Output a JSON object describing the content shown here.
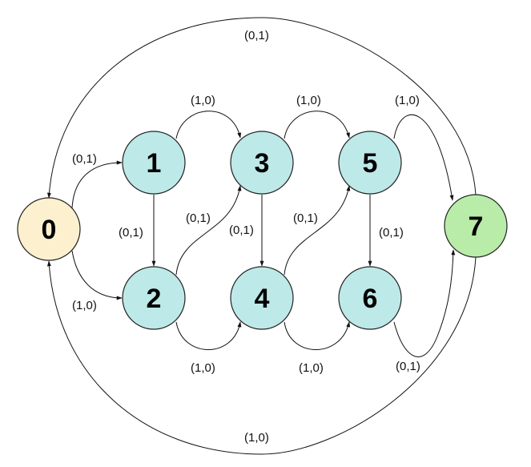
{
  "diagram": {
    "type": "state-transition-graph",
    "nodes": [
      {
        "id": "0",
        "label": "0",
        "role": "start",
        "color": "#fdf0cf"
      },
      {
        "id": "1",
        "label": "1",
        "role": "intermediate",
        "color": "#bde9e8"
      },
      {
        "id": "2",
        "label": "2",
        "role": "intermediate",
        "color": "#bde9e8"
      },
      {
        "id": "3",
        "label": "3",
        "role": "intermediate",
        "color": "#bde9e8"
      },
      {
        "id": "4",
        "label": "4",
        "role": "intermediate",
        "color": "#bde9e8"
      },
      {
        "id": "5",
        "label": "5",
        "role": "intermediate",
        "color": "#bde9e8"
      },
      {
        "id": "6",
        "label": "6",
        "role": "intermediate",
        "color": "#bde9e8"
      },
      {
        "id": "7",
        "label": "7",
        "role": "end",
        "color": "#b8eca8"
      }
    ],
    "edges": [
      {
        "from": "0",
        "to": "1",
        "label": "(0,1)"
      },
      {
        "from": "0",
        "to": "2",
        "label": "(1,0)"
      },
      {
        "from": "1",
        "to": "2",
        "label": "(0,1)"
      },
      {
        "from": "1",
        "to": "3",
        "label": "(1,0)"
      },
      {
        "from": "2",
        "to": "3",
        "label": "(0,1)"
      },
      {
        "from": "2",
        "to": "4",
        "label": "(1,0)"
      },
      {
        "from": "3",
        "to": "4",
        "label": "(0,1)"
      },
      {
        "from": "3",
        "to": "5",
        "label": "(1,0)"
      },
      {
        "from": "4",
        "to": "5",
        "label": "(0,1)"
      },
      {
        "from": "4",
        "to": "6",
        "label": "(1,0)"
      },
      {
        "from": "5",
        "to": "6",
        "label": "(0,1)"
      },
      {
        "from": "5",
        "to": "7",
        "label": "(1,0)"
      },
      {
        "from": "6",
        "to": "7",
        "label": "(0,1)"
      },
      {
        "from": "7",
        "to": "0",
        "label": "(0,1)",
        "route": "top"
      },
      {
        "from": "7",
        "to": "0",
        "label": "(1,0)",
        "route": "bottom"
      }
    ]
  }
}
